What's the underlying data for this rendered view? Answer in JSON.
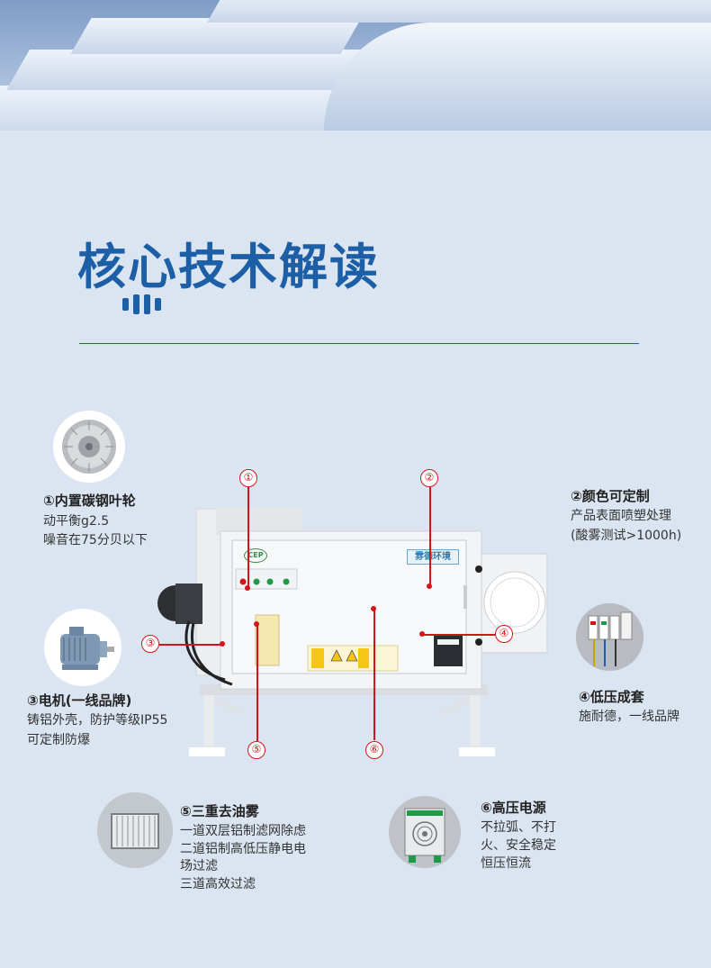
{
  "header": {
    "title": "核心技术解读"
  },
  "machine": {
    "logo_text": "CEP",
    "brand_text": "雰德环境"
  },
  "markers": [
    "①",
    "②",
    "③",
    "④",
    "⑤",
    "⑥"
  ],
  "features": {
    "f1": {
      "title": "①内置碳钢叶轮",
      "desc": [
        "动平衡g2.5",
        "噪音在75分贝以下"
      ]
    },
    "f2": {
      "title": "②颜色可定制",
      "desc": [
        "产品表面喷塑处理",
        "(酸雾测试>1000h)"
      ]
    },
    "f3": {
      "title": "③电机(一线品牌)",
      "desc": [
        "铸铝外壳，防护等级IP55",
        "可定制防爆"
      ]
    },
    "f4": {
      "title": "④低压成套",
      "desc": [
        "施耐德，一线品牌"
      ]
    },
    "f5": {
      "title": "⑤三重去油雾",
      "desc": [
        "一道双层铝制滤网除虑",
        "二道铝制高低压静电电",
        "场过滤",
        "三道高效过滤"
      ]
    },
    "f6": {
      "title": "⑥高压电源",
      "desc": [
        "不拉弧、不打",
        "火、安全稳定",
        "恒压恒流"
      ]
    }
  },
  "colors": {
    "accent": "#1c5fa7",
    "marker_red": "#d0161b",
    "background": "#dbe5f1"
  }
}
